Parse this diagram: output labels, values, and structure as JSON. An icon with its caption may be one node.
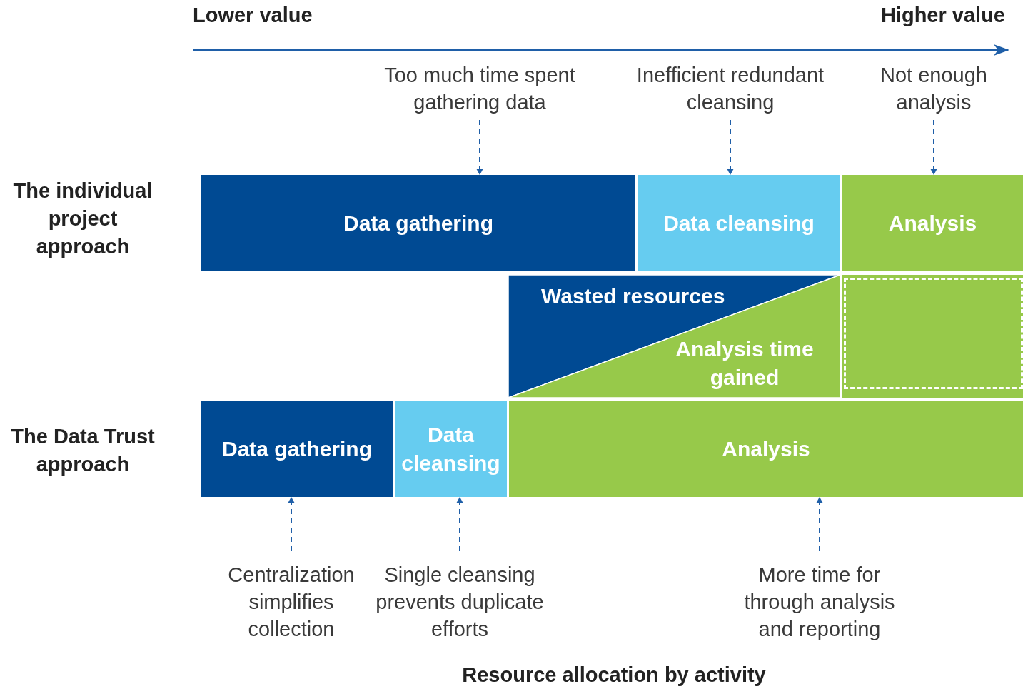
{
  "diagram": {
    "caption": "Resource allocation by activity",
    "nodes": [
      {
        "text": [
          "Too much time spent gathering data"
        ]
      },
      {
        "text": [
          "Inefficient redundant cleansing"
        ]
      },
      {
        "text": [
          "Not enough analysis"
        ]
      },
      {
        "text": [
          "Data gathering"
        ]
      },
      {
        "text": [
          "Data cleansing"
        ]
      },
      {
        "text": [
          "Analysis"
        ]
      },
      {
        "text": [
          "Wasted resources"
        ]
      },
      {
        "text": [
          "Analysis time gained"
        ]
      },
      {
        "text": [],
        "shape": "box"
      },
      {
        "text": [
          "Data gathering"
        ]
      },
      {
        "text": [
          "Data cleansing"
        ]
      },
      {
        "text": [
          "Analysis"
        ]
      },
      {
        "text": [
          "Centralization simplifies collection"
        ]
      },
      {
        "text": [
          "Single cleansing prevents duplicate efforts"
        ]
      },
      {
        "text": [
          "More time for through analysis and reporting"
        ]
      }
    ],
    "edges": [
      {
        "from": 0,
        "to": 3,
        "arrow": "to",
        "style": "dashed"
      },
      {
        "from": 1,
        "to": 4,
        "arrow": "to",
        "style": "dashed"
      },
      {
        "from": 2,
        "to": 5,
        "arrow": "to",
        "style": "dashed"
      },
      {
        "from": 12,
        "to": 9,
        "arrow": "to",
        "style": "dashed"
      },
      {
        "from": 13,
        "to": 10,
        "arrow": "to",
        "style": "dashed"
      },
      {
        "from": 14,
        "to": 11,
        "arrow": "to",
        "style": "dashed"
      }
    ],
    "labels": [
      "Lower value",
      "Higher value",
      "The individual project approach",
      "The Data Trust approach"
    ]
  }
}
